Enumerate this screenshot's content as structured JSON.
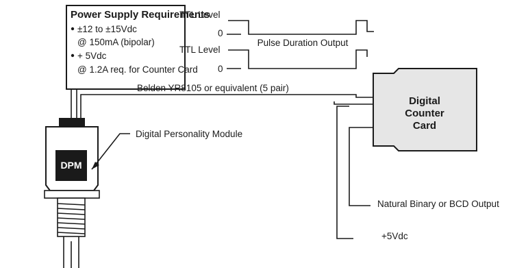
{
  "power_supply": {
    "title": "Power Supply Requirements",
    "lines": [
      "±12 to ±15Vdc",
      "@ 150mA (bipolar)",
      "+ 5Vdc",
      "@ 1.2A req. for Counter Card"
    ]
  },
  "pulse_output": {
    "ttl_level_1": "TTL Level",
    "zero_1": "0",
    "ttl_level_2": "TTL Level",
    "zero_2": "0",
    "label": "Pulse Duration Output"
  },
  "cable_label": "Belden YR8105 or equivalent (5 pair)",
  "counter_card": {
    "line1": "Digital",
    "line2": "Counter",
    "line3": "Card"
  },
  "dpm_label": "Digital Personality Module",
  "dpm_text": "DPM",
  "outputs": {
    "binary_bcd": "Natural Binary or BCD Output",
    "plus5v": "+5Vdc"
  }
}
